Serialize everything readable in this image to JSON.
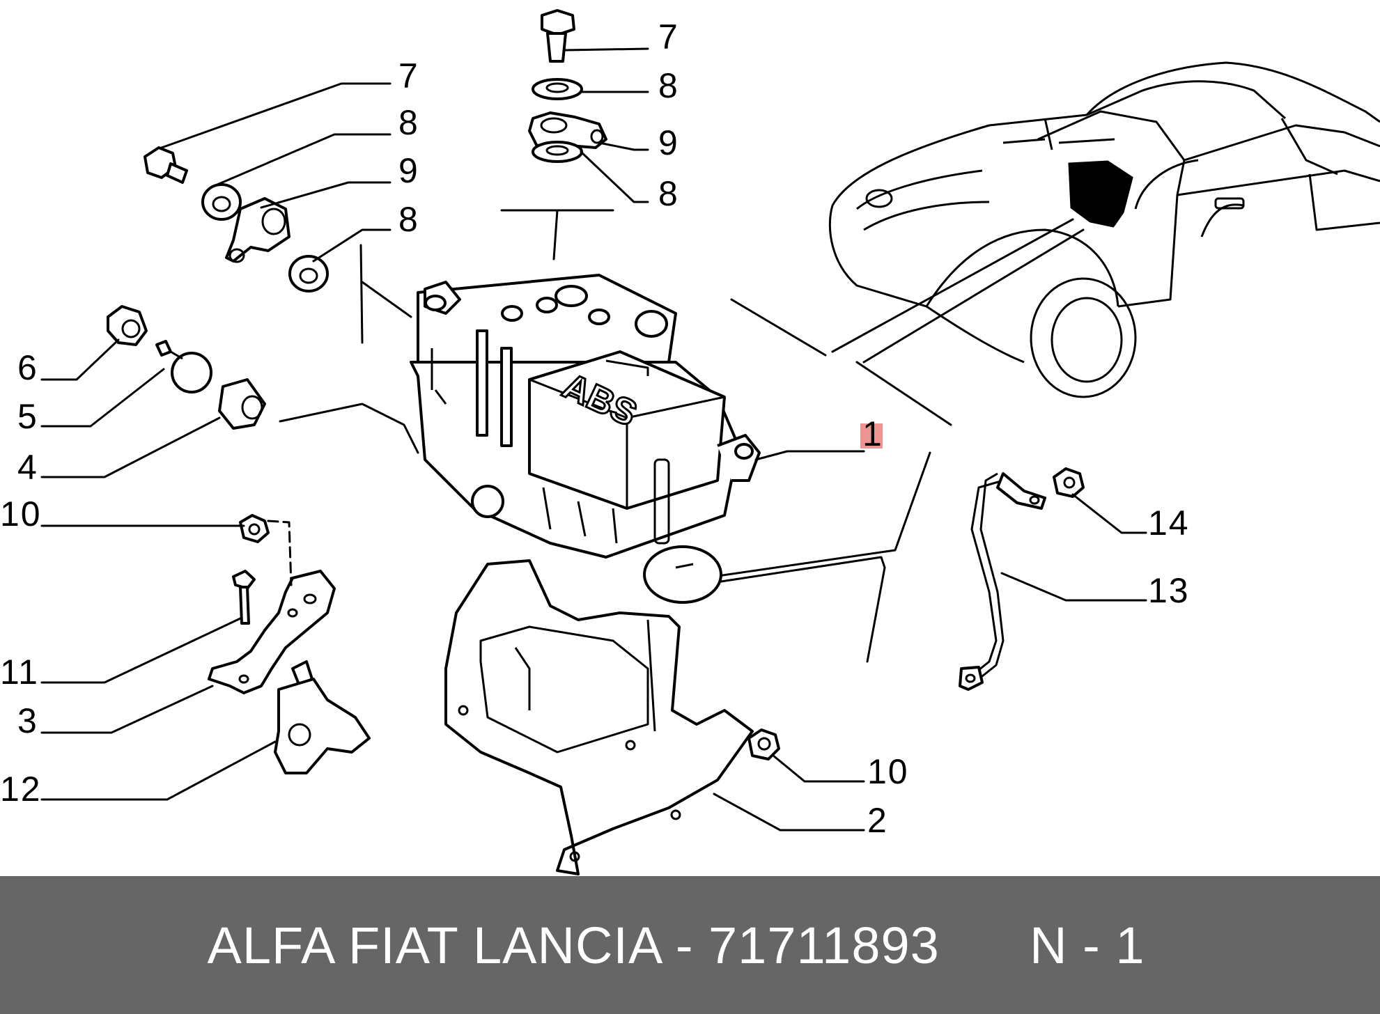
{
  "callouts": {
    "c1": "1",
    "c2": "2",
    "c3": "3",
    "c4": "4",
    "c5": "5",
    "c6": "6",
    "c7a": "7",
    "c7b": "7",
    "c8a": "8",
    "c8b": "8",
    "c8c": "8",
    "c8d": "8",
    "c9a": "9",
    "c9b": "9",
    "c10a": "10",
    "c10b": "10",
    "c11": "11",
    "c12": "12",
    "c13": "13",
    "c14": "14"
  },
  "abs_label": "ABS",
  "highlight_color": "#e87a7a",
  "footer": {
    "brand": "ALFA FIAT LANCIA",
    "separator": "-",
    "part_number": "71711893",
    "page": "N - 1"
  }
}
